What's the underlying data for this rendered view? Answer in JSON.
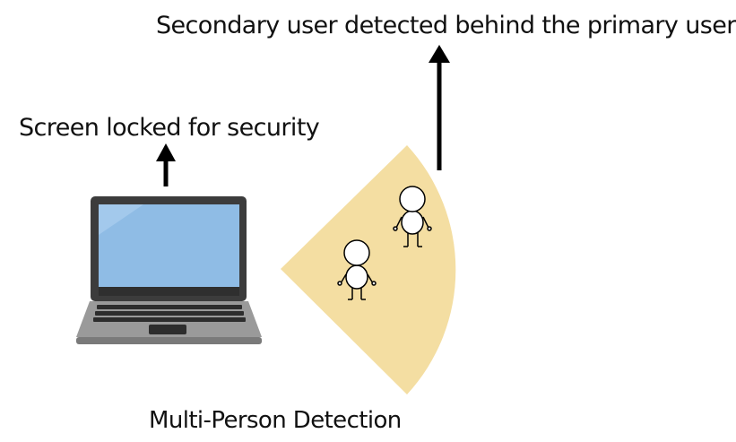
{
  "labels": {
    "secondary_user": "Secondary user detected behind the primary user",
    "screen_locked": "Screen locked for security",
    "caption": "Multi-Person Detection"
  },
  "colors": {
    "detection_zone": "#f4dea2",
    "laptop_bezel": "#3c3c3c",
    "laptop_screen": "#8fbce5",
    "laptop_base": "#8f8f8f",
    "arrow": "#000000",
    "text": "#111111"
  },
  "icons": {
    "device": "laptop-icon",
    "people": "person-icon"
  }
}
